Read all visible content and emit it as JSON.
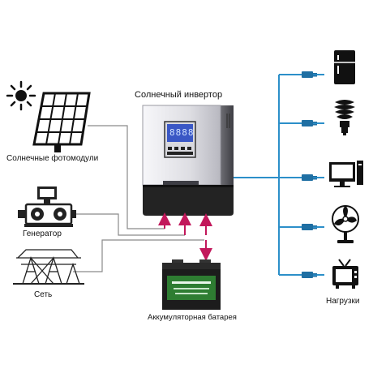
{
  "labels": {
    "inverter": "Солнечный инвертор",
    "solar": "Солнечные  фотомодули",
    "generator": "Генератор",
    "grid": "Сеть",
    "battery": "Аккумуляторная батарея",
    "loads": "Нагрузки"
  },
  "inverter_display": "8888",
  "icons": {
    "sun": "sun-icon",
    "solar_panel": "solar-panel-icon",
    "generator": "generator-icon",
    "grid": "power-grid-icon",
    "battery": "battery-icon",
    "fridge": "refrigerator-icon",
    "bulb": "light-bulb-icon",
    "computer": "computer-icon",
    "fan": "fan-icon",
    "tv": "tv-icon"
  },
  "colors": {
    "line_left": "#8a8a8a",
    "line_right": "#2c8fc9",
    "arrow": "#c2185b",
    "inverter_body": "#e9e9ee",
    "inverter_base": "#232323",
    "lcd": "#3a57c5",
    "battery_label": "#2e7d32"
  }
}
